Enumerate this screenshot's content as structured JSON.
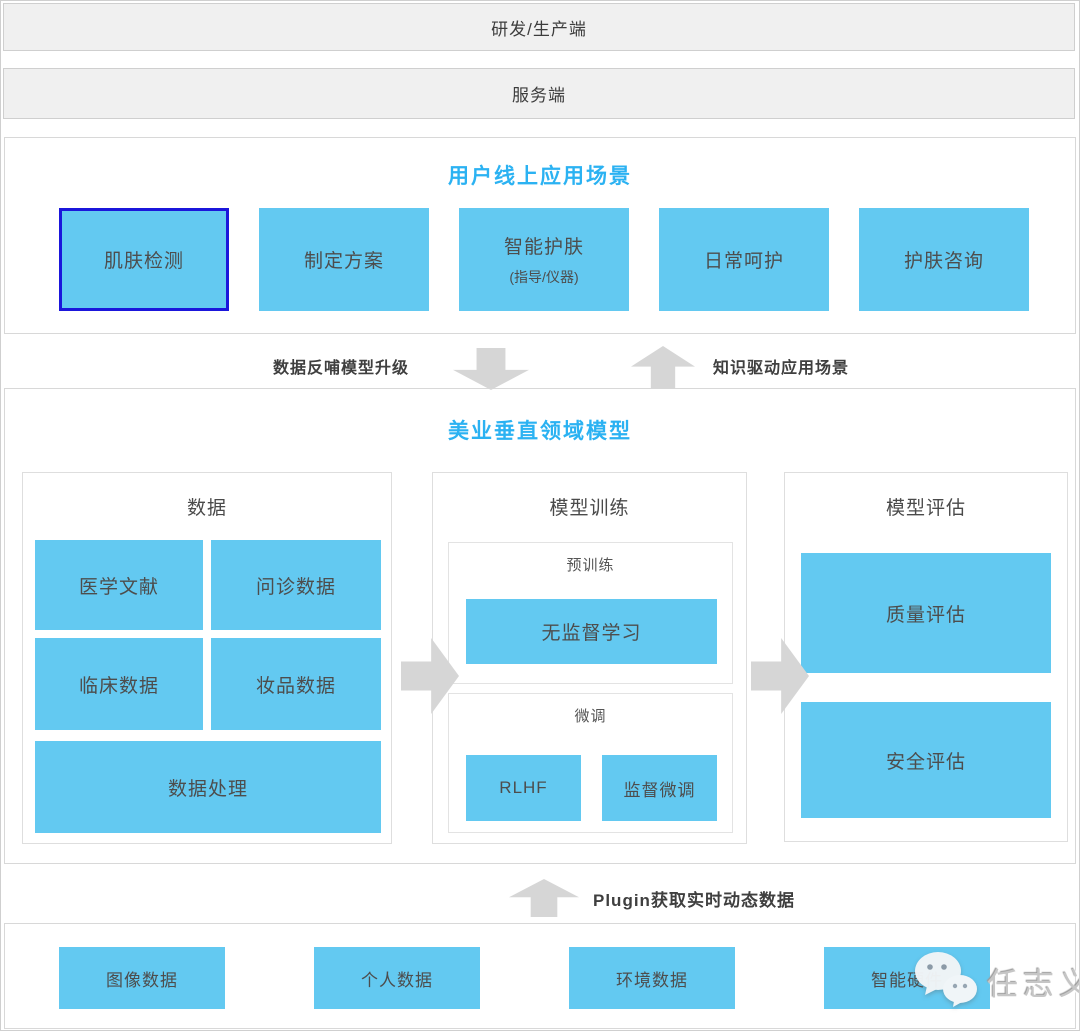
{
  "colors": {
    "bar_bg": "#F0F0F0",
    "box_blue": "#63C9F1",
    "title_cyan": "#2BB2F2",
    "highlight_border": "#1B16DB",
    "arrow_gray": "#D6D6D6"
  },
  "bars": [
    {
      "label": "研发/生产端"
    },
    {
      "label": "服务端"
    }
  ],
  "scenario": {
    "title": "用户线上应用场景",
    "items": [
      {
        "label": "肌肤检测",
        "highlighted": true
      },
      {
        "label": "制定方案"
      },
      {
        "label": "智能护肤",
        "sublabel": "(指导/仪器)"
      },
      {
        "label": "日常呵护"
      },
      {
        "label": "护肤咨询"
      }
    ]
  },
  "flow": {
    "down_label": "数据反哺模型升级",
    "up_label": "知识驱动应用场景"
  },
  "model": {
    "title": "美业垂直领域模型",
    "data_column": {
      "title": "数据",
      "items": [
        {
          "label": "医学文献"
        },
        {
          "label": "问诊数据"
        },
        {
          "label": "临床数据"
        },
        {
          "label": "妆品数据"
        }
      ],
      "wide_item": {
        "label": "数据处理"
      }
    },
    "training_column": {
      "title": "模型训练",
      "pretrain": {
        "title": "预训练",
        "item": {
          "label": "无监督学习"
        }
      },
      "finetune": {
        "title": "微调",
        "items": [
          {
            "label": "RLHF"
          },
          {
            "label": "监督微调"
          }
        ]
      }
    },
    "eval_column": {
      "title": "模型评估",
      "items": [
        {
          "label": "质量评估"
        },
        {
          "label": "安全评估"
        }
      ]
    }
  },
  "plugin": {
    "label": "Plugin获取实时动态数据"
  },
  "sources": {
    "items": [
      {
        "label": "图像数据"
      },
      {
        "label": "个人数据"
      },
      {
        "label": "环境数据"
      },
      {
        "label": "智能硬件"
      }
    ]
  },
  "watermark": {
    "name": "任志义",
    "icon": "wechat-icon"
  }
}
